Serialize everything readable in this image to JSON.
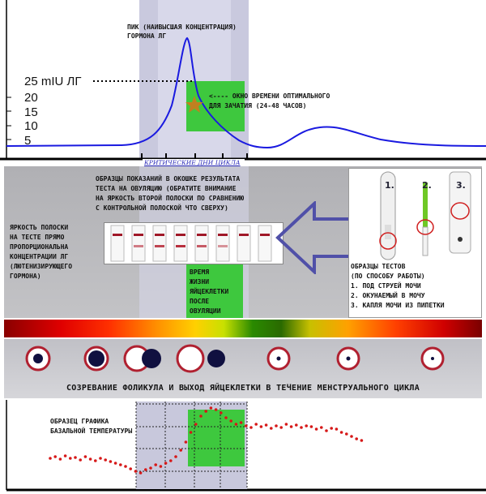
{
  "lh_chart": {
    "peak_label": [
      "ПИК (НАИВЫСШАЯ КОНЦЕНТРАЦИЯ)",
      "ГОРМОНА ЛГ"
    ],
    "threshold_label": "25 mIU ЛГ",
    "y_ticks": [
      "20",
      "15",
      "10",
      "5"
    ],
    "window_label": [
      "<---- ОКНО ВРЕМЕНИ ОПТИМАЛЬНОГО",
      "ДЛЯ ЗАЧАТИЯ (24-48 ЧАСОВ)"
    ],
    "critical_days_label": "КРИТИЧЕСКИЕ ДНИ ЦИКЛА"
  },
  "test_panel": {
    "results_title": [
      "ОБРАЗЦЫ ПОКАЗАНИЙ В ОКОШКЕ РЕЗУЛЬТАТА",
      "ТЕСТА НА ОВУЛЯЦИЮ (ОБРАТИТЕ ВНИМАНИЕ",
      "НА ЯРКОСТЬ ВТОРОЙ ПОЛОСКИ ПО СРАВНЕНИЮ",
      "С КОНТРОЛЬНОЙ ПОЛОСКОЙ ЧТО СВЕРХУ)"
    ],
    "brightness_note": [
      "ЯРКОСТЬ ПОЛОСКИ",
      "НА ТЕСТЕ ПРЯМО",
      "ПРОПОРЦИОНАЛЬНА",
      "КОНЦЕНТРАЦИИ ЛГ",
      "(ЛЮТЕНИЗИРУЮЩЕГО",
      "ГОРМОНА)"
    ],
    "egg_life": [
      "ВРЕМЯ",
      "ЖИЗНИ",
      "ЯЙЦЕКЛЕТКИ",
      "ПОСЛЕ",
      "ОВУЛЯЦИИ"
    ],
    "test_numbers": [
      "1.",
      "2.",
      "3."
    ],
    "samples_title": [
      "ОБРАЗЦЫ ТЕСТОВ",
      "(ПО СПОСОБУ РАБОТЫ)"
    ],
    "samples_items": [
      "1. ПОД СТРУЕЙ МОЧИ",
      "2. ОКУНАЕМЫЙ В МОЧУ",
      "3. КАПЛЯ МОЧИ ИЗ ПИПЕТКИ"
    ],
    "strip_test_intensity": [
      0.0,
      0.55,
      0.8,
      0.9,
      0.7,
      0.45,
      0.0,
      0.0
    ]
  },
  "follicle_caption": "СОЗРЕВАНИЕ ФОЛИКУЛА И ВЫХОД ЯЙЦЕКЛЕТКИ В ТЕЧЕНИЕ МЕНСТРУАЛЬНОГО ЦИКЛА",
  "bbt_label": [
    "ОБРАЗЕЦ ГРАФИКА",
    "БАЗАЛЬНОЙ ТЕМПЕРАТУРЫ"
  ],
  "colors": {
    "curve": "#1a1ae0",
    "band": "#c8c8e0",
    "window": "#2fc22f",
    "temp_dots": "#d61818",
    "star": "#c08020"
  }
}
